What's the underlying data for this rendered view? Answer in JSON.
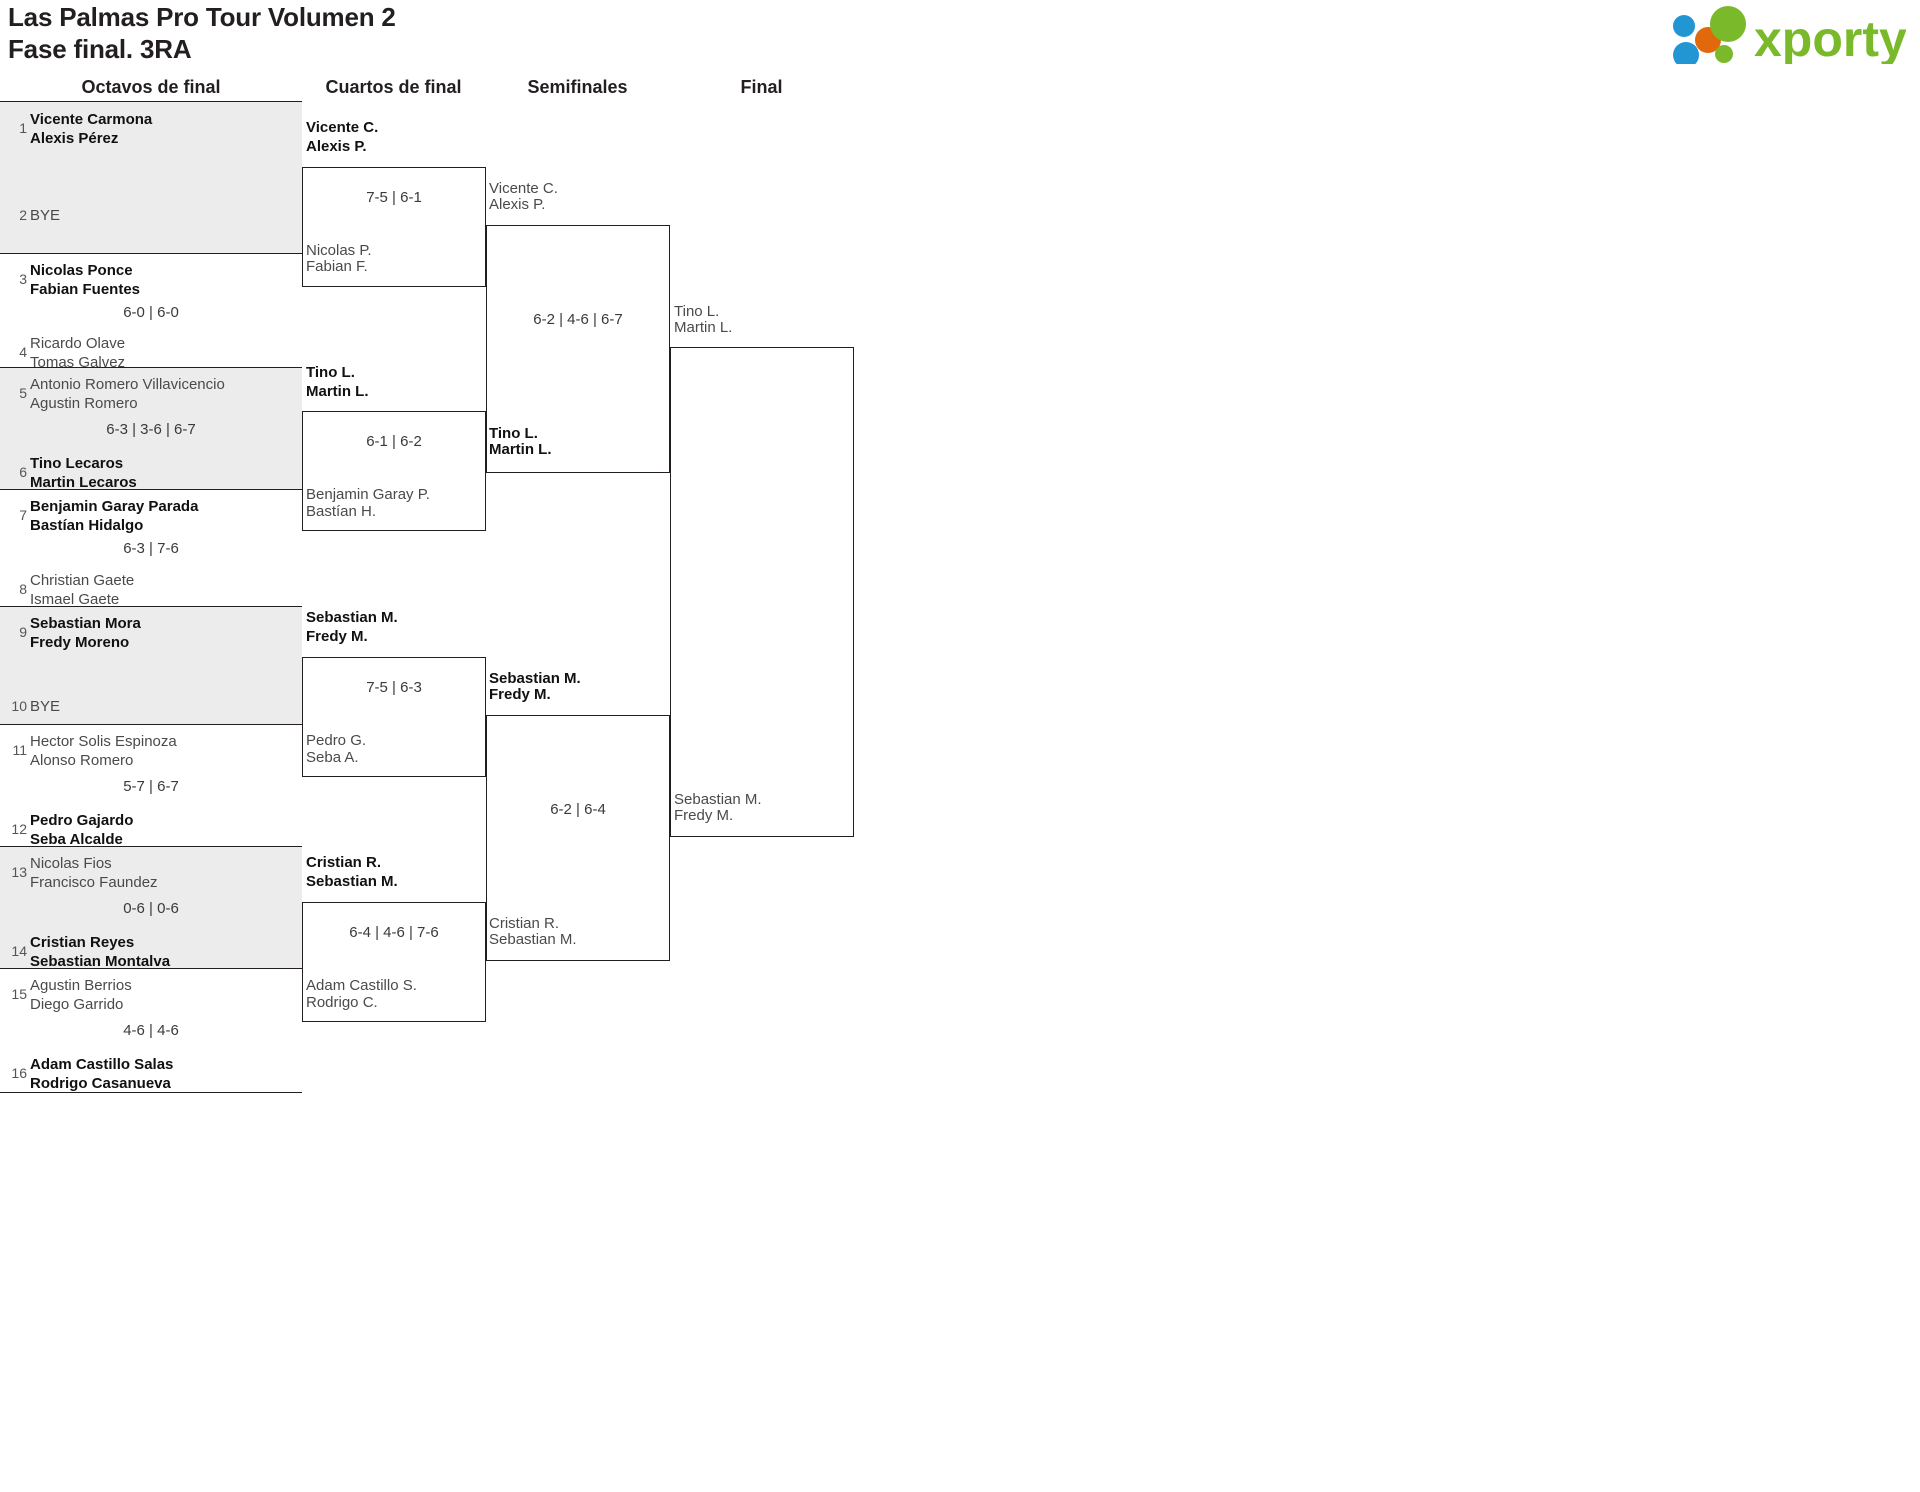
{
  "header": {
    "title_line1": "Las Palmas Pro Tour Volumen 2",
    "title_line2": "Fase final. 3RA",
    "logo_text": "xporty",
    "logo_colors": {
      "green": "#7ab929",
      "blue": "#2196d3",
      "orange": "#e2690b"
    }
  },
  "rounds": [
    {
      "label": "Octavos de final"
    },
    {
      "label": "Cuartos de final"
    },
    {
      "label": "Semifinales"
    },
    {
      "label": "Final"
    }
  ],
  "bye_label": "BYE",
  "round1": [
    {
      "seed_top": "1",
      "top_l1": "Vicente Carmona",
      "top_l2": "Alexis Pérez",
      "top_winner": true,
      "seed_bot": "2",
      "bot_bye": true,
      "bot_l1": "BYE",
      "bot_l2": "",
      "bot_winner": false,
      "score": ""
    },
    {
      "seed_top": "3",
      "top_l1": "Nicolas Ponce",
      "top_l2": "Fabian Fuentes",
      "top_winner": true,
      "seed_bot": "4",
      "bot_bye": false,
      "bot_l1": "Ricardo Olave",
      "bot_l2": "Tomas Galvez",
      "bot_winner": false,
      "score": "6-0 | 6-0"
    },
    {
      "seed_top": "5",
      "top_l1": "Antonio Romero Villavicencio",
      "top_l2": "Agustin Romero",
      "top_winner": false,
      "seed_bot": "6",
      "bot_bye": false,
      "bot_l1": "Tino Lecaros",
      "bot_l2": "Martin Lecaros",
      "bot_winner": true,
      "score": "6-3 | 3-6 | 6-7"
    },
    {
      "seed_top": "7",
      "top_l1": "Benjamin Garay Parada",
      "top_l2": "Bastían Hidalgo",
      "top_winner": true,
      "seed_bot": "8",
      "bot_bye": false,
      "bot_l1": "Christian Gaete",
      "bot_l2": "Ismael Gaete",
      "bot_winner": false,
      "score": "6-3 | 7-6"
    },
    {
      "seed_top": "9",
      "top_l1": "Sebastian Mora",
      "top_l2": "Fredy Moreno",
      "top_winner": true,
      "seed_bot": "10",
      "bot_bye": true,
      "bot_l1": "BYE",
      "bot_l2": "",
      "bot_winner": false,
      "score": ""
    },
    {
      "seed_top": "11",
      "top_l1": "Hector Solis Espinoza",
      "top_l2": "Alonso Romero",
      "top_winner": false,
      "seed_bot": "12",
      "bot_bye": false,
      "bot_l1": "Pedro Gajardo",
      "bot_l2": "Seba Alcalde",
      "bot_winner": true,
      "score": "5-7 | 6-7"
    },
    {
      "seed_top": "13",
      "top_l1": "Nicolas Fios",
      "top_l2": "Francisco Faundez",
      "top_winner": false,
      "seed_bot": "14",
      "bot_bye": false,
      "bot_l1": "Cristian Reyes",
      "bot_l2": "Sebastian Montalva",
      "bot_winner": true,
      "score": "0-6 | 0-6"
    },
    {
      "seed_top": "15",
      "top_l1": "Agustin Berrios",
      "top_l2": "Diego Garrido",
      "top_winner": false,
      "seed_bot": "16",
      "bot_bye": false,
      "bot_l1": "Adam Castillo Salas",
      "bot_l2": "Rodrigo Casanueva",
      "bot_winner": true,
      "score": "4-6 | 4-6"
    }
  ],
  "quarterfinals": [
    {
      "top_l1": "Vicente C.",
      "top_l2": "Alexis P.",
      "top_winner": true,
      "bot_l1": "Nicolas P.",
      "bot_l2": "Fabian F.",
      "bot_winner": false,
      "score": "7-5 | 6-1"
    },
    {
      "top_l1": "Tino L.",
      "top_l2": "Martin L.",
      "top_winner": true,
      "bot_l1": "Benjamin Garay P.",
      "bot_l2": "Bastían H.",
      "bot_winner": false,
      "score": "6-1 | 6-2"
    },
    {
      "top_l1": "Sebastian M.",
      "top_l2": "Fredy M.",
      "top_winner": true,
      "bot_l1": "Pedro G.",
      "bot_l2": "Seba A.",
      "bot_winner": false,
      "score": "7-5 | 6-3"
    },
    {
      "top_l1": "Cristian R.",
      "top_l2": "Sebastian M.",
      "top_winner": true,
      "bot_l1": "Adam Castillo S.",
      "bot_l2": "Rodrigo C.",
      "bot_winner": false,
      "score": "6-4 | 4-6 | 7-6"
    }
  ],
  "semifinals": [
    {
      "top_l1": "Vicente C.",
      "top_l2": "Alexis P.",
      "top_winner": false,
      "bot_l1": "Tino L.",
      "bot_l2": "Martin L.",
      "bot_winner": true,
      "score": "6-2 | 4-6 | 6-7"
    },
    {
      "top_l1": "Sebastian M.",
      "top_l2": "Fredy M.",
      "top_winner": true,
      "bot_l1": "Cristian R.",
      "bot_l2": "Sebastian M.",
      "bot_winner": false,
      "score": "6-2 | 6-4"
    }
  ],
  "final": {
    "top_l1": "Tino L.",
    "top_l2": "Martin L.",
    "top_winner": false,
    "bot_l1": "Sebastian M.",
    "bot_l2": "Fredy M.",
    "bot_winner": false,
    "score": ""
  }
}
